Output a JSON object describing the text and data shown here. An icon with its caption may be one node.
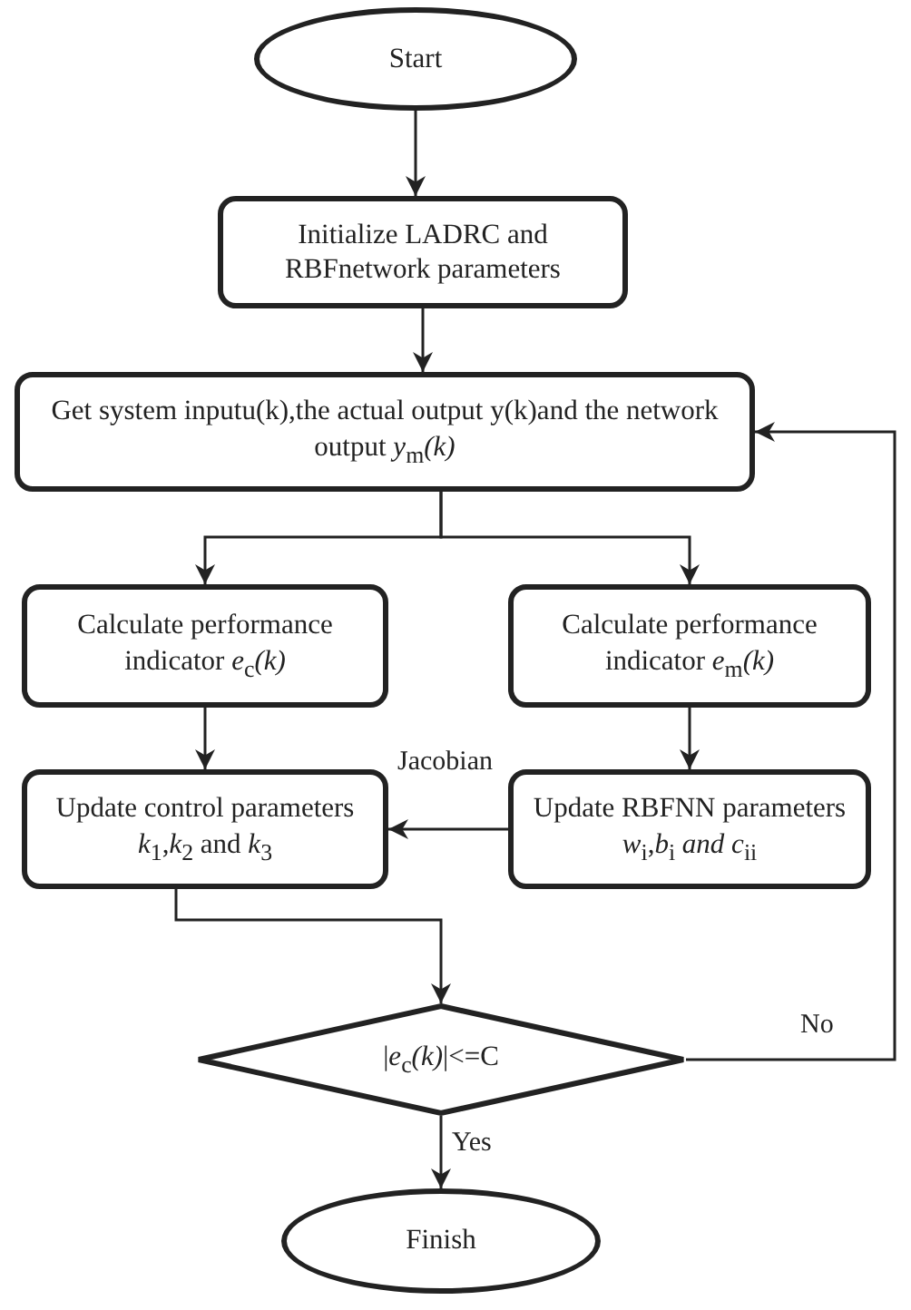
{
  "diagram": {
    "nodes": [
      {
        "text": [
          "Start"
        ]
      },
      {
        "text": [
          "Initialize LADRC and RBFnetwork parameters"
        ]
      },
      {
        "text": [
          "Get system inputu(k),the actual output y(k)and the network output *y*$_{m}$*(k)*"
        ]
      },
      {
        "text": [
          "Calculate performance indicator *e*$_{c}$*(k)*"
        ]
      },
      {
        "text": [
          "Calculate performance indicator *e*$_{m}$*(k)*"
        ]
      },
      {
        "text": [
          "Update control parameters *k*$_{1}$,*k*$_{2}$ and *k*$_{3}$"
        ]
      },
      {
        "text": [
          "Update RBFNN parameters *w*$_{i}$,*b*$_{i}$ *and c*$_{ii}$"
        ]
      },
      {
        "text": [
          "|*e*$_{c}$*(k)*|<=C"
        ]
      },
      {
        "text": [
          "Finish"
        ]
      }
    ],
    "edges": [
      {
        "from": 0,
        "to": 1,
        "arrow": "to"
      },
      {
        "from": 1,
        "to": 2,
        "arrow": "to"
      },
      {
        "from": 2,
        "to": 3,
        "arrow": "to"
      },
      {
        "from": 2,
        "to": 4,
        "arrow": "to"
      },
      {
        "from": 3,
        "to": 5,
        "arrow": "to"
      },
      {
        "from": 4,
        "to": 6,
        "arrow": "to"
      },
      {
        "from": 6,
        "to": 5,
        "arrow": "to",
        "label": "Jacobian"
      },
      {
        "from": 5,
        "to": 7,
        "arrow": "to"
      },
      {
        "from": 7,
        "to": 8,
        "arrow": "to",
        "label": "Yes"
      },
      {
        "from": 7,
        "to": 2,
        "arrow": "to",
        "label": "No"
      }
    ]
  }
}
